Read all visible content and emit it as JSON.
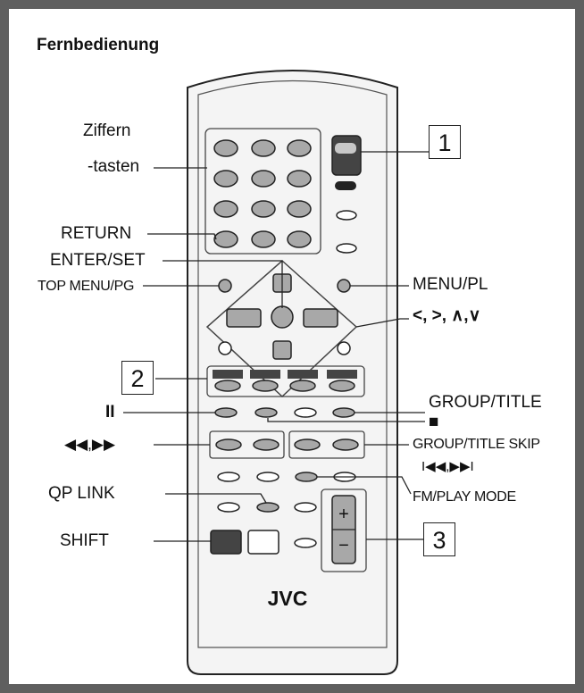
{
  "title": "Fernbedienung",
  "labels": {
    "ziffern_line1": "Ziffern",
    "ziffern_line2": "-tasten",
    "return": "RETURN",
    "enter_set": "ENTER/SET",
    "top_menu": "TOP MENU/PG",
    "menu_pl": "MENU/PL",
    "arrows": "<, >, ∧,∨",
    "pause_symbol": "II",
    "group_title": "GROUP/TITLE",
    "stop_symbol": "■",
    "rew_ff": "◀◀,▶▶",
    "group_title_skip": "GROUP/TITLE SKIP",
    "skip_symbols": "I◀◀,▶▶I",
    "qp_link": "QP LINK",
    "fm_play_mode": "FM/PLAY MODE",
    "shift": "SHIFT"
  },
  "callouts": {
    "one": "1",
    "two": "2",
    "three": "3"
  },
  "remote": {
    "brand": "JVC",
    "vol_plus": "+",
    "vol_minus": "−"
  },
  "colors": {
    "frame": "#5f5f5f",
    "remote_body": "#f4f4f4",
    "button_gray": "#a8a8a8",
    "button_dark": "#444444"
  }
}
